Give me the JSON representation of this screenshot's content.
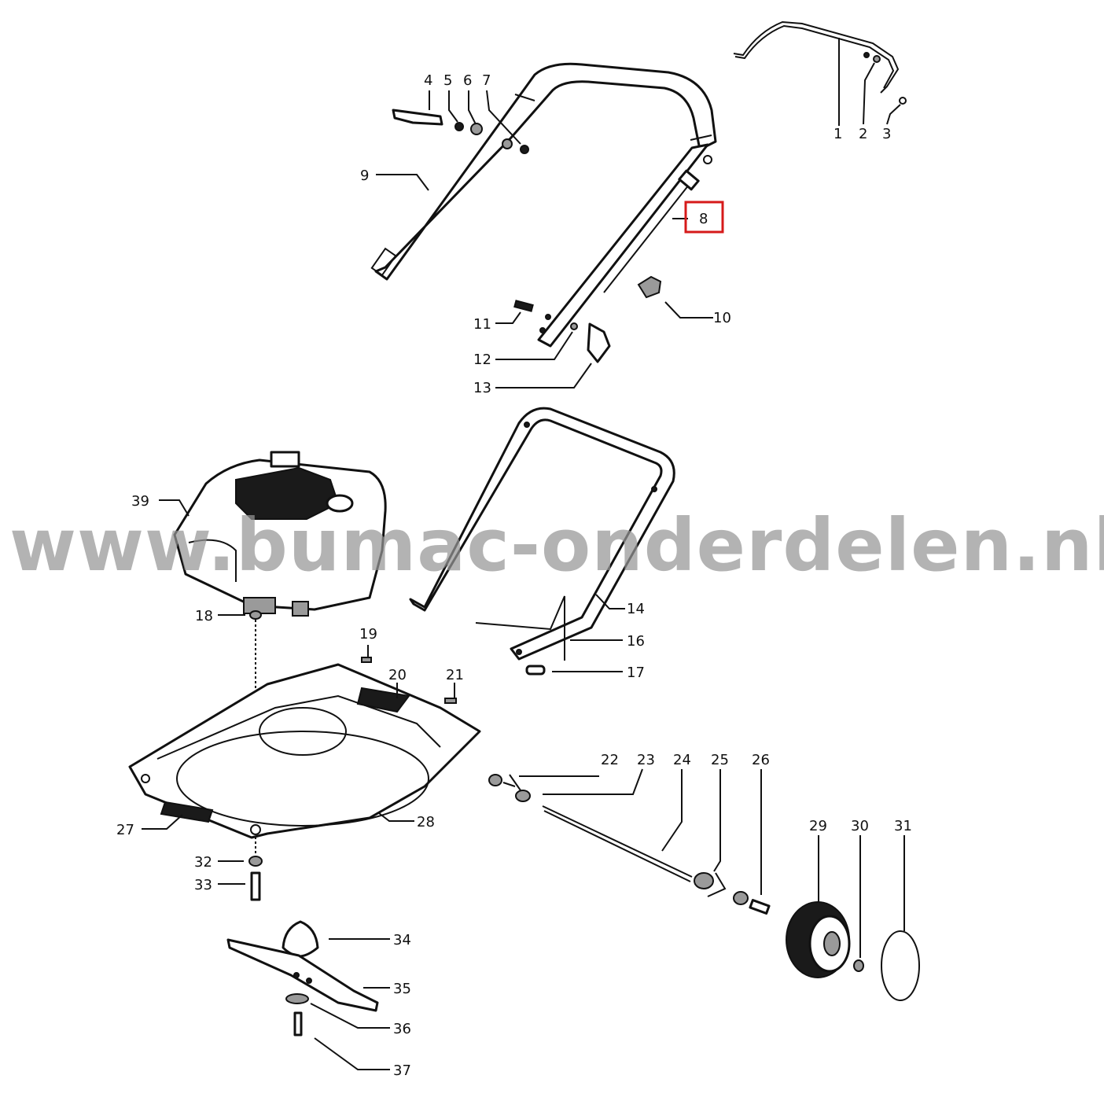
{
  "watermark": "www.bumac-onderdelen.nl",
  "highlighted_part": "8",
  "highlight_color": "#d61a1a",
  "labels": [
    "1",
    "2",
    "3",
    "4",
    "5",
    "6",
    "7",
    "8",
    "9",
    "10",
    "11",
    "12",
    "13",
    "14",
    "16",
    "17",
    "18",
    "19",
    "20",
    "21",
    "22",
    "23",
    "24",
    "25",
    "26",
    "27",
    "28",
    "29",
    "30",
    "31",
    "32",
    "33",
    "34",
    "35",
    "36",
    "37",
    "39"
  ]
}
